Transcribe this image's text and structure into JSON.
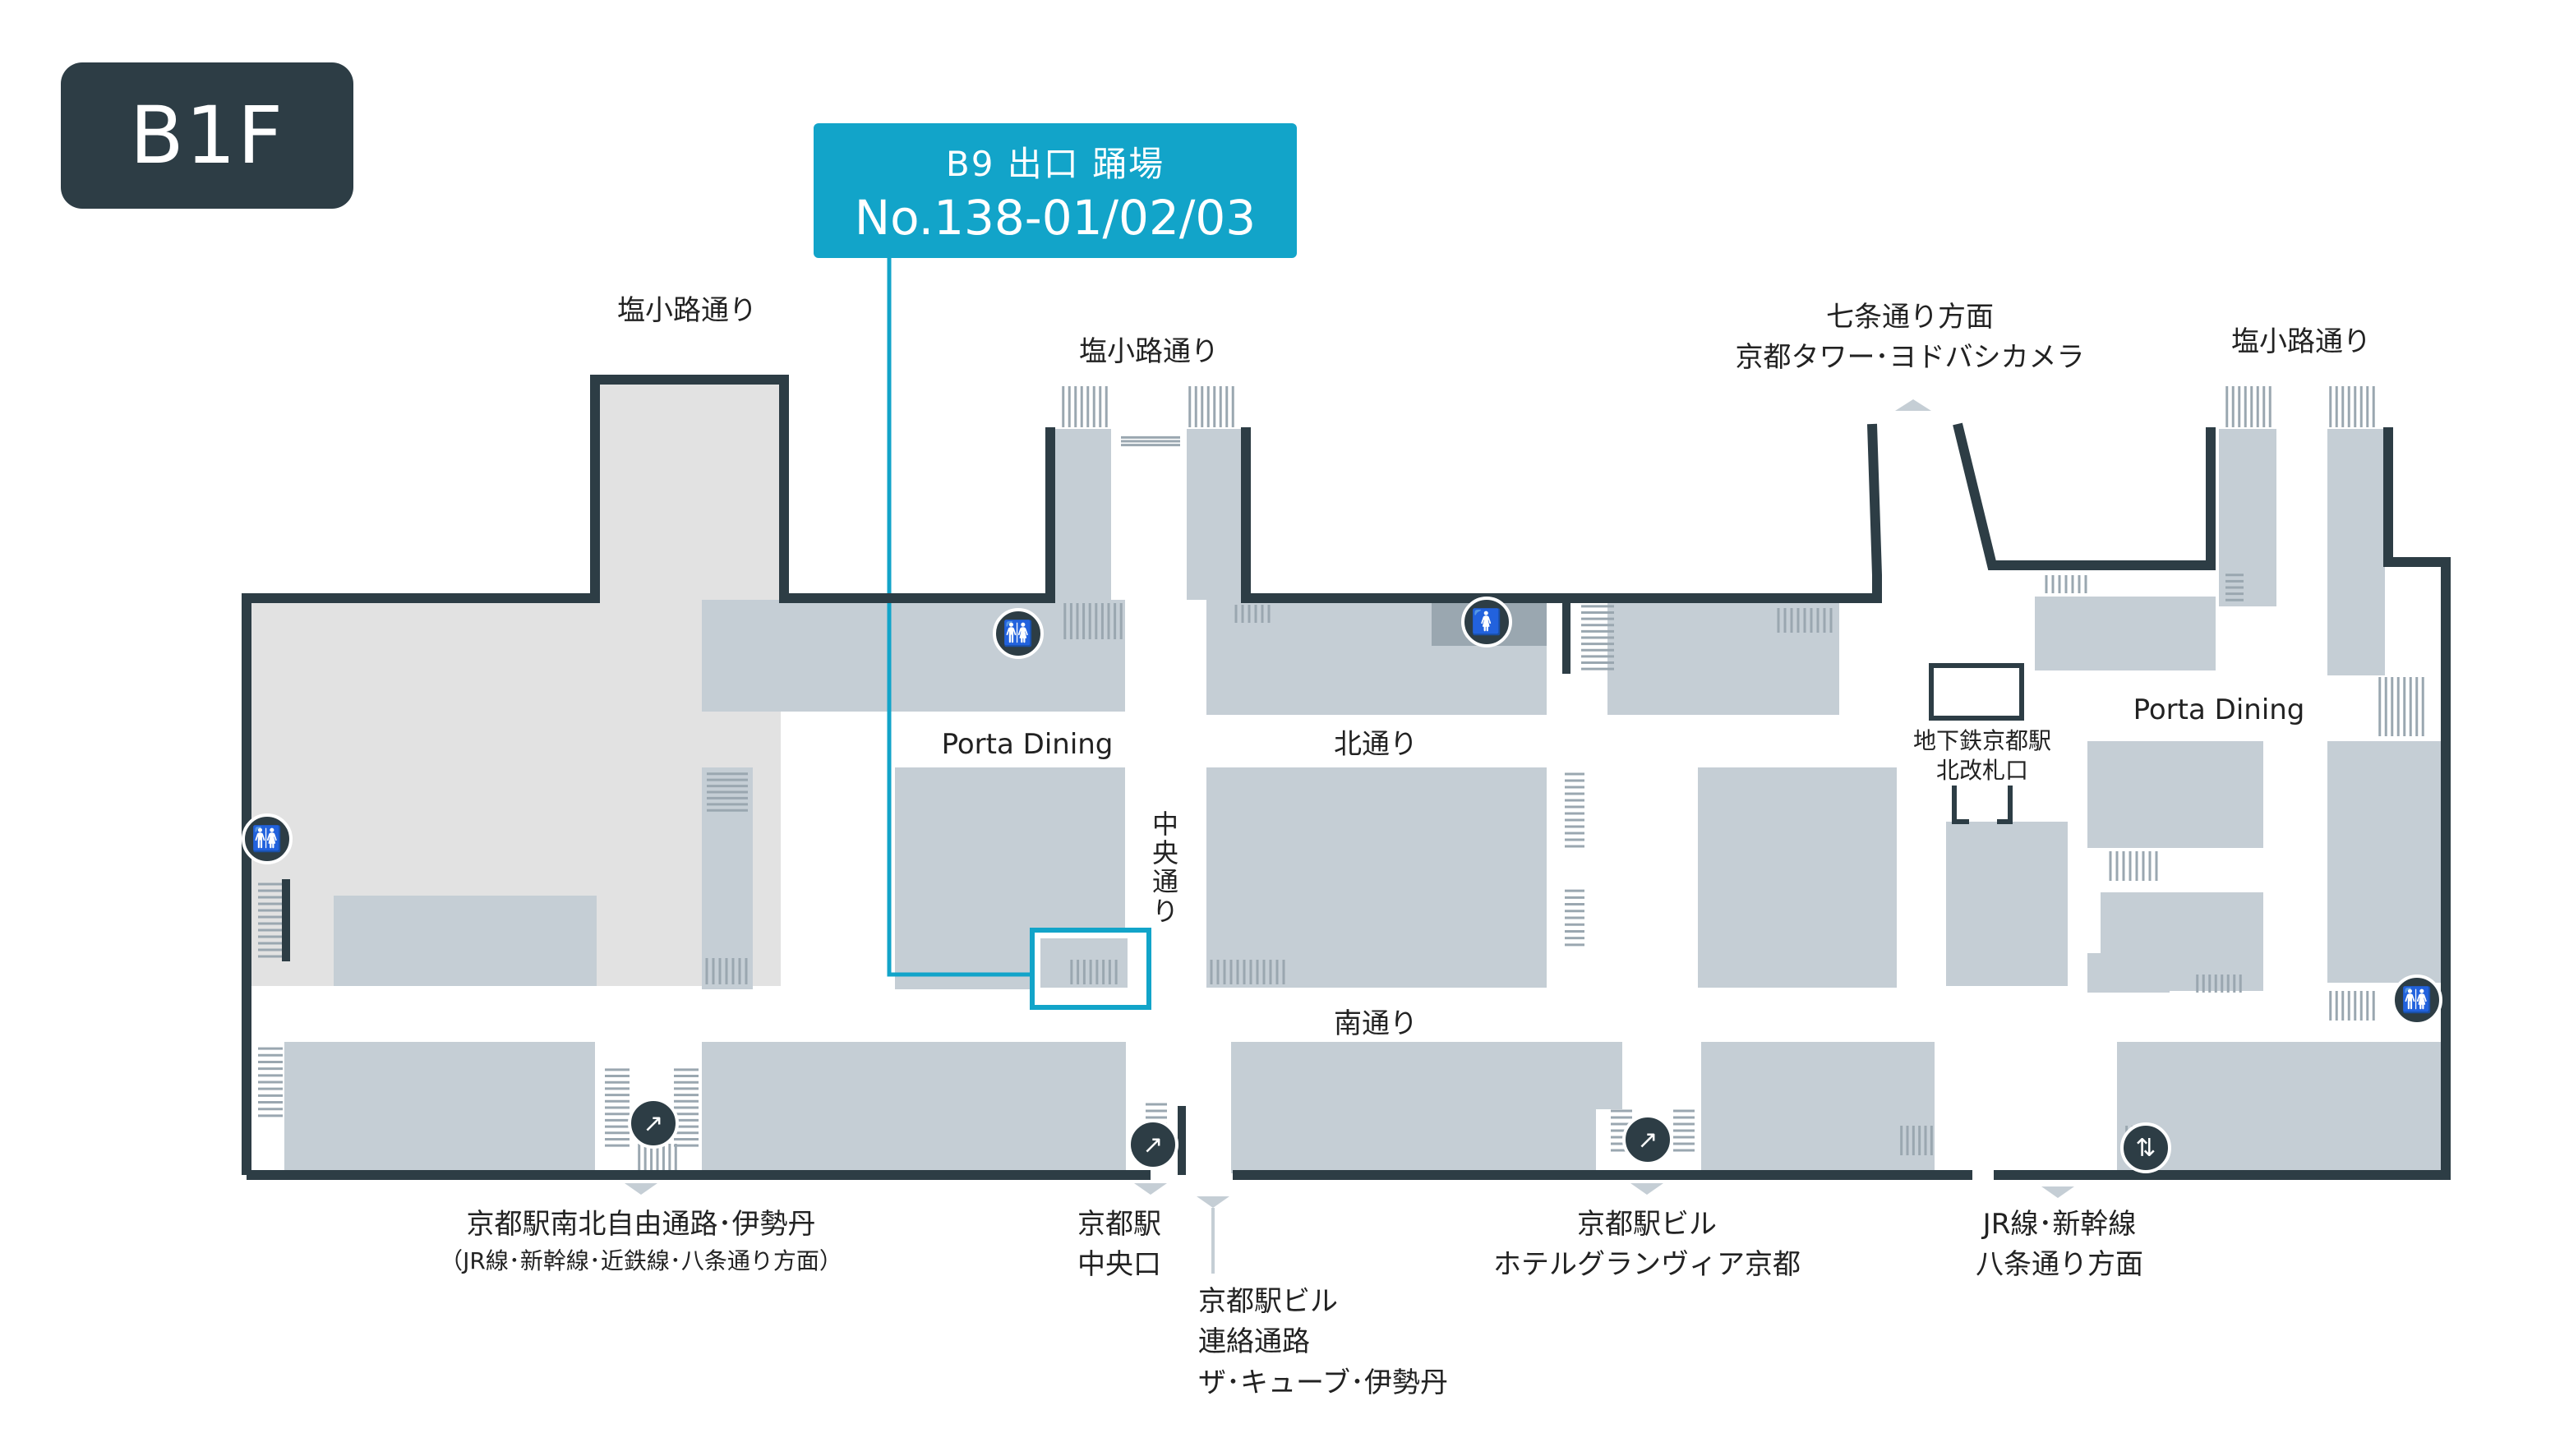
{
  "floor": {
    "label": "B1F"
  },
  "callout": {
    "line1": "B9 出口 踊場",
    "line2": "No.138-01/02/03"
  },
  "streets": {
    "shiokoji_left": "塩小路通り",
    "shiokoji_center": "塩小路通り",
    "shiokoji_right": "塩小路通り",
    "kita": "北通り",
    "minami": "南通り",
    "chuo": "中央通り"
  },
  "areas": {
    "porta_dining_left": "Porta Dining",
    "porta_dining_right": "Porta Dining",
    "subway": {
      "line1": "地下鉄京都駅",
      "line2": "北改札口"
    }
  },
  "directions": {
    "shichijo": {
      "line1": "七条通り方面",
      "line2": "京都タワー･ヨドバシカメラ"
    },
    "minami_kita": {
      "line1": "京都駅南北自由通路･伊勢丹",
      "line2": "（JR線･新幹線･近鉄線･八条通り方面）"
    },
    "chuo_guchi": {
      "line1": "京都駅",
      "line2": "中央口"
    },
    "renraku": {
      "line1": "京都駅ビル",
      "line2": "連絡通路",
      "line3": "ザ･キューブ･伊勢丹"
    },
    "granvia": {
      "line1": "京都駅ビル",
      "line2": "ホテルグランヴィア京都"
    },
    "jr": {
      "line1": "JR線･新幹線",
      "line2": "八条通り方面"
    }
  },
  "icons": {
    "restroom_1": "restroom-icon",
    "restroom_2": "restroom-icon",
    "restroom_3": "restroom-icon",
    "womens_restroom": "womens-restroom-icon",
    "escalator_1": "escalator-icon",
    "escalator_2": "escalator-icon",
    "escalator_3": "escalator-icon",
    "elevator": "elevator-icon"
  },
  "colors": {
    "wall": "#2d3d45",
    "block": "#c5ced5",
    "plaza": "#e2e2e2",
    "highlight": "#12a4c9",
    "stairs": "#b9c3ca"
  }
}
